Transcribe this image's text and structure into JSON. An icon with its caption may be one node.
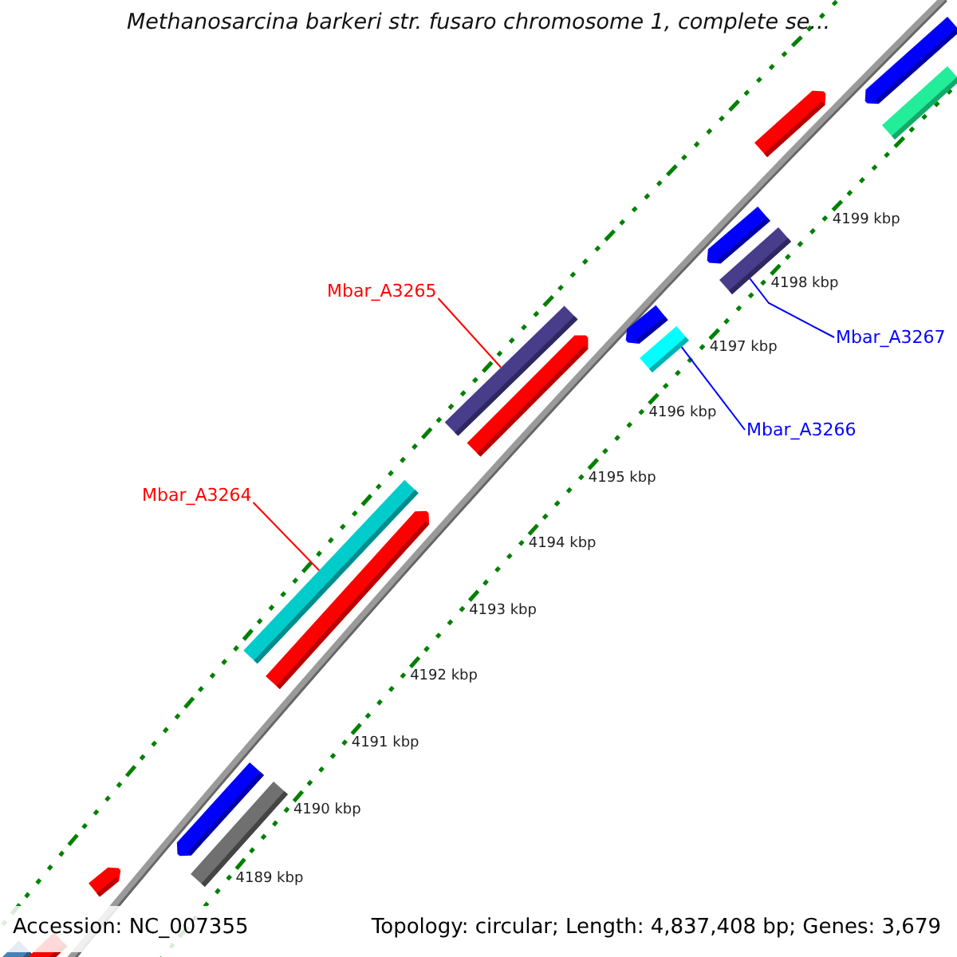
{
  "diagram": {
    "title": "Methanosarcina barkeri str. fusaro chromosome 1, complete se...",
    "nodes": [
      {
        "text": [
          "Mbar_A3265"
        ]
      },
      {
        "text": [],
        "shape": "bar"
      },
      {
        "text": [
          "Mbar_A3264"
        ]
      },
      {
        "text": [],
        "shape": "bar"
      },
      {
        "text": [
          "Mbar_A3267"
        ]
      },
      {
        "text": [],
        "shape": "bar"
      },
      {
        "text": [
          "Mbar_A3266"
        ]
      },
      {
        "text": [],
        "shape": "bar"
      }
    ],
    "edges": [
      {
        "from": 0,
        "to": 1,
        "arrow": "none",
        "color": "#ff0000"
      },
      {
        "from": 2,
        "to": 3,
        "arrow": "none",
        "color": "#ff0000"
      },
      {
        "from": 4,
        "to": 5,
        "arrow": "none",
        "color": "#0000ff"
      },
      {
        "from": 6,
        "to": 7,
        "arrow": "none",
        "color": "#0000ff"
      }
    ],
    "labels": [
      "4199 kbp",
      "4198 kbp",
      "4197 kbp",
      "4196 kbp",
      "4195 kbp",
      "4194 kbp",
      "4193 kbp",
      "4192 kbp",
      "4191 kbp",
      "4190 kbp",
      "4189 kbp",
      "Accession: NC_007355",
      "Topology: circular; Length: 4,837,408 bp; Genes: 3,679"
    ]
  }
}
